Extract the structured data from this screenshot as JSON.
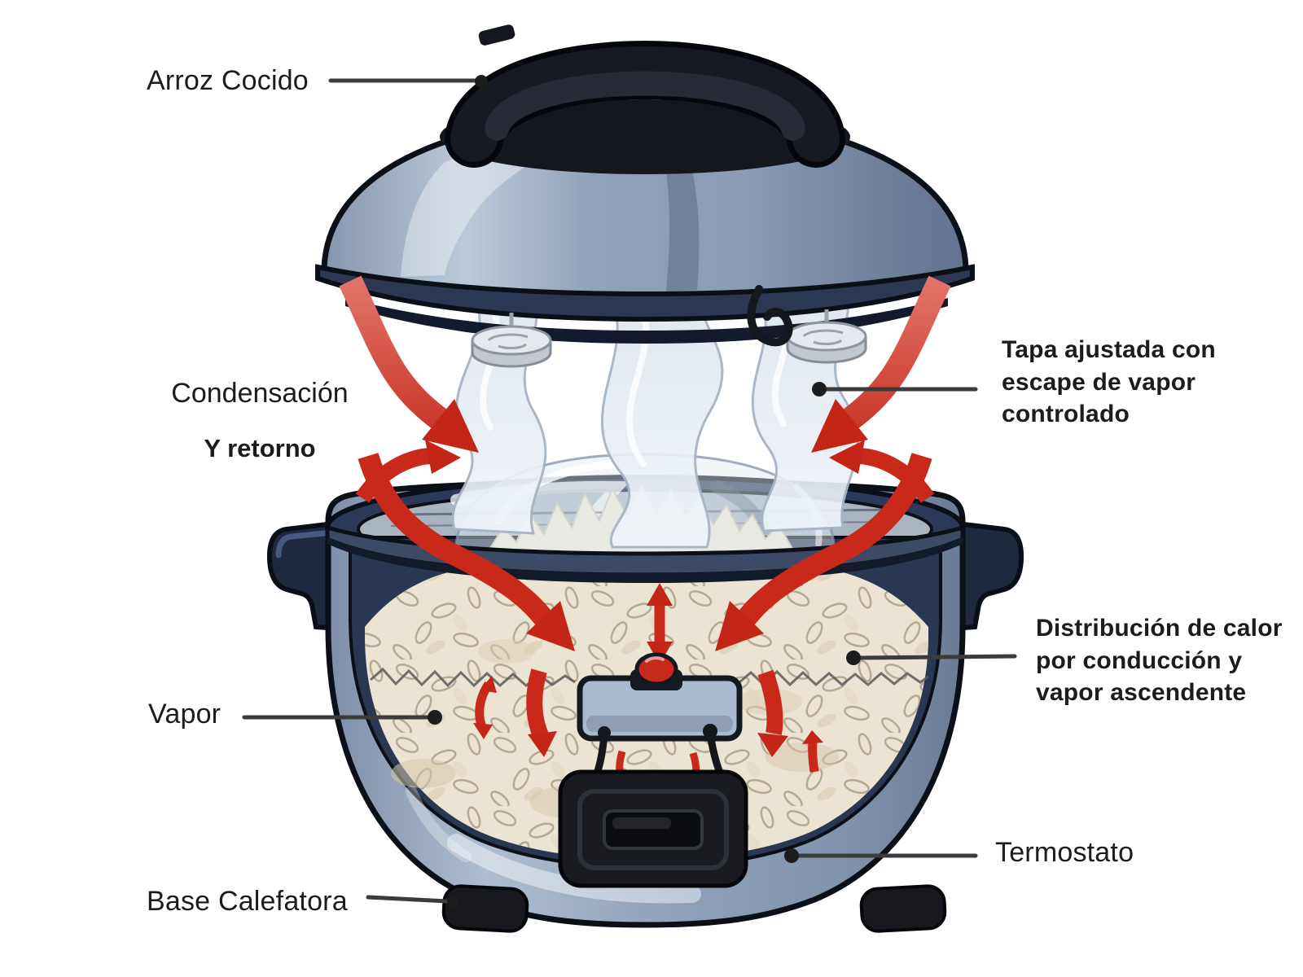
{
  "labels": {
    "arroz_cocido": "Arroz Cocido",
    "condensacion": {
      "line1": "Condensación",
      "line2": "Y retorno"
    },
    "tapa_ajustada": "Tapa ajustada con\nescape de vapor\ncontrolado",
    "distribucion": "Distribución de calor\npor conducción y\nvapor ascendente",
    "vapor": "Vapor",
    "termostato": "Termostato",
    "base_calefatora": "Base Calefatora"
  },
  "colors": {
    "arrow_red": "#c9291b",
    "steel_blue_body": "#8ea3bd",
    "dark_navy": "#1a2338",
    "rice_cream": "#ece4d2",
    "label_text": "#1c1c1c",
    "background": "#ffffff"
  }
}
